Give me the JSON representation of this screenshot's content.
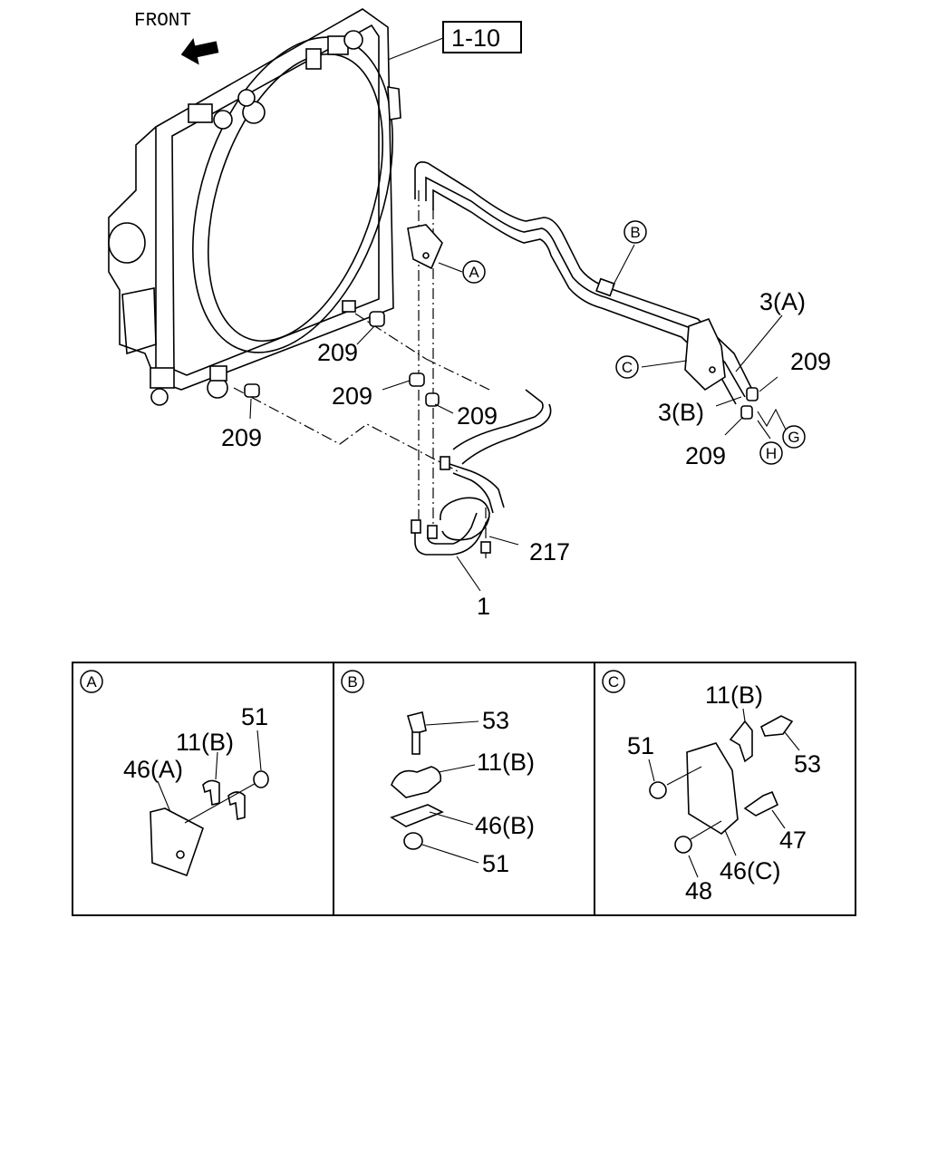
{
  "header": {
    "front_label": "FRONT",
    "ref_box": "1-10"
  },
  "callouts": {
    "c_209_a": "209",
    "c_209_b": "209",
    "c_209_c": "209",
    "c_209_d": "209",
    "c_209_e": "209",
    "c_209_f": "209",
    "c_217": "217",
    "c_1": "1",
    "c_3a": "3(A)",
    "c_3b": "3(B)"
  },
  "circle_refs": {
    "a": "A",
    "b": "B",
    "c": "C",
    "g": "G",
    "h": "H"
  },
  "detail_panels": [
    {
      "id": "A",
      "labels": {
        "p51": "51",
        "p11b": "11(B)",
        "p46a": "46(A)"
      }
    },
    {
      "id": "B",
      "labels": {
        "p53": "53",
        "p11b": "11(B)",
        "p46b": "46(B)",
        "p51": "51"
      }
    },
    {
      "id": "C",
      "labels": {
        "p11b": "11(B)",
        "p51": "51",
        "p53": "53",
        "p47": "47",
        "p46c": "46(C)",
        "p48": "48"
      }
    }
  ],
  "colors": {
    "ink": "#000000",
    "paper": "#ffffff"
  }
}
